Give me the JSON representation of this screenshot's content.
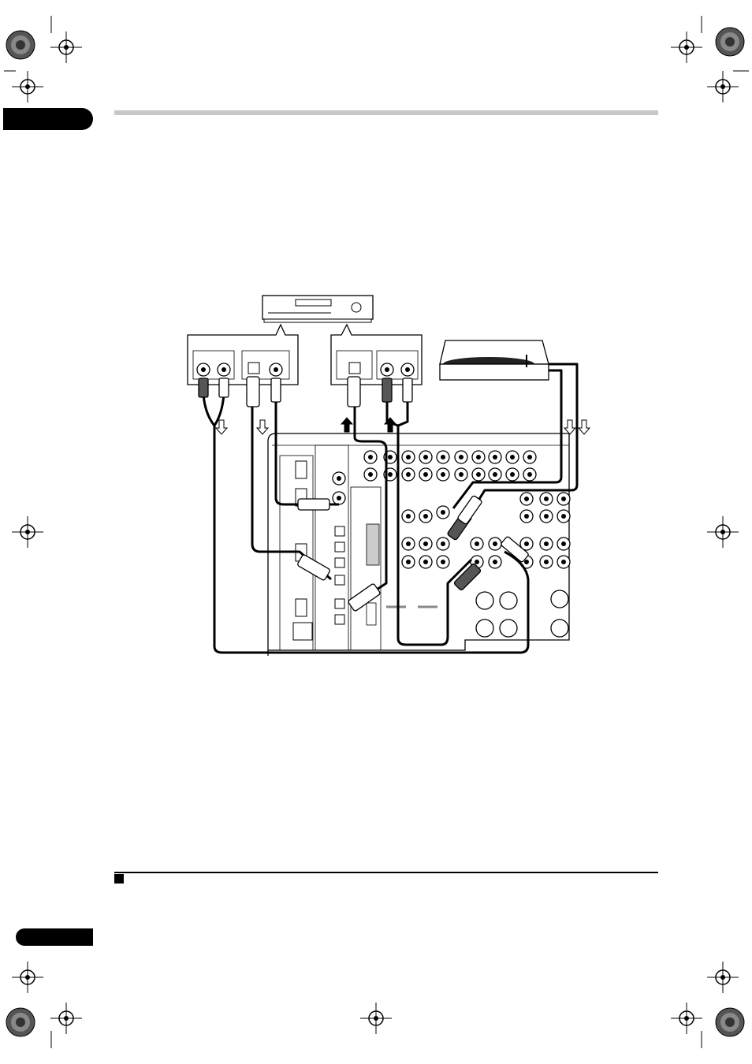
{
  "page": {
    "chapter_tab_text": "",
    "page_tab_text": ""
  },
  "diagram": {
    "devices": [
      "cd-recorder",
      "turntable",
      "av-receiver-rear-panel"
    ],
    "icons": [
      "registration-mark-icon",
      "note-pencil-icon",
      "signal-direction-arrow-icon"
    ]
  }
}
